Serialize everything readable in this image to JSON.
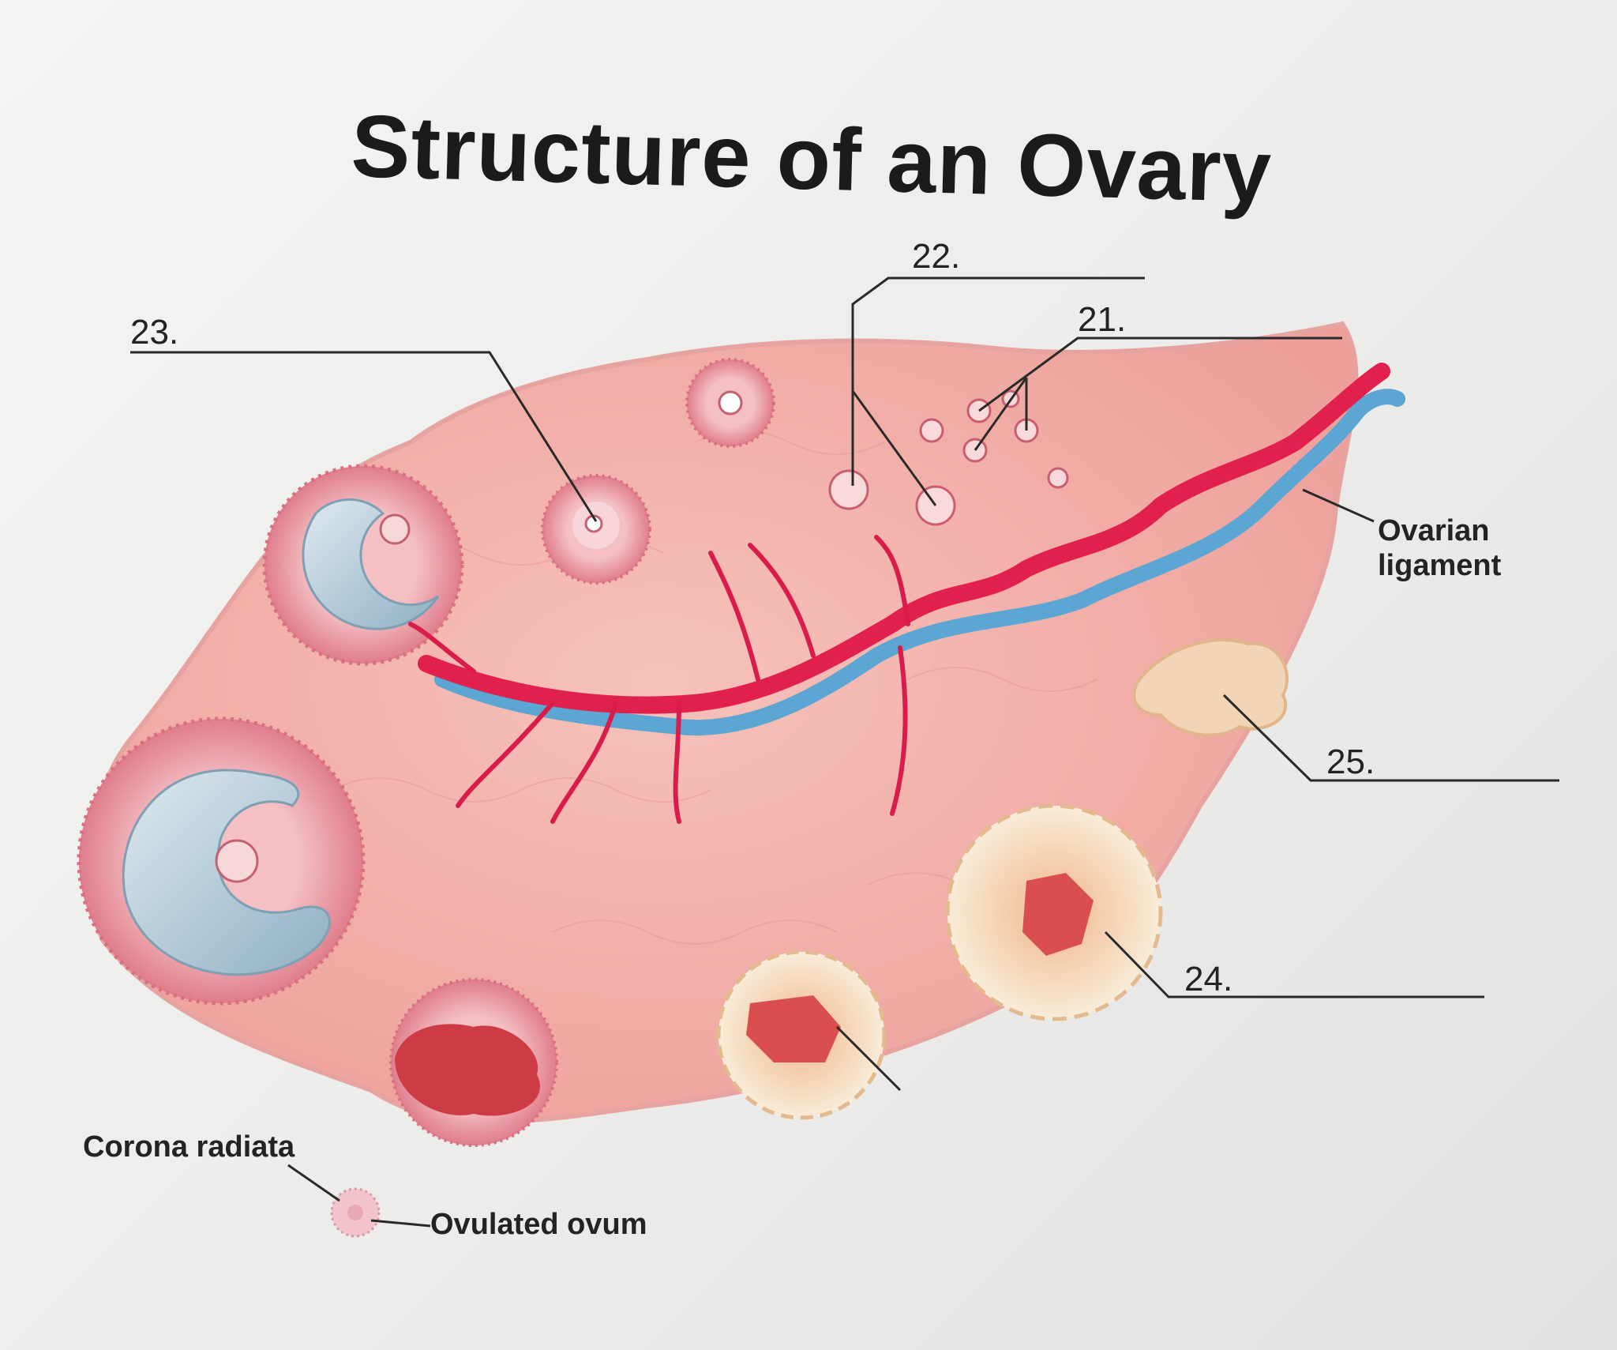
{
  "title": "Structure of an Ovary",
  "labels": {
    "n21": "21.",
    "n22": "22.",
    "n23": "23.",
    "n24": "24.",
    "n25": "25.",
    "ovarian_ligament": "Ovarian ligament",
    "corona_radiata": "Corona radiata",
    "ovulated_ovum": "Ovulated ovum"
  },
  "colors": {
    "ovary_tissue": "#f2b3ab",
    "follicle_ring": "#e68d97",
    "antrum_fluid": "#b7ccd8",
    "artery": "#e2204d",
    "vein": "#5ba6d3",
    "corpus_luteum": "#f6e3c4",
    "corpus_albicans": "#f0d4b6",
    "ruptured_center": "#d94f4f",
    "leader_line": "#2a2a2a"
  }
}
